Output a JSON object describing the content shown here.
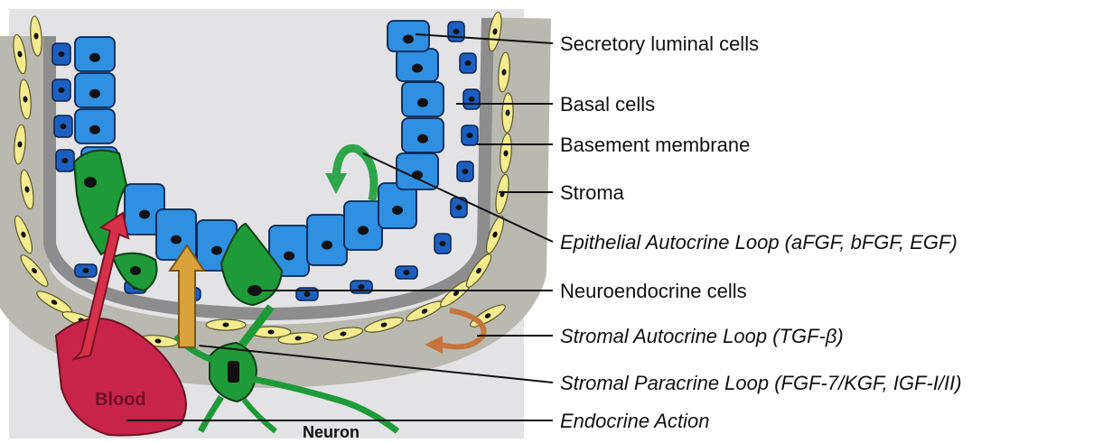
{
  "colors": {
    "panel_background": "#e3e3e6",
    "luminal_cell": "#2f8fe0",
    "basal_cell": "#1c5fc0",
    "nucleus": "#111111",
    "neuroendocrine_cell": "#1f9a38",
    "stroma_cell": "#f4ec8e",
    "basement_membrane": "#9a9a9a",
    "blood": "#c8244a",
    "red_arrow": "#d7314a",
    "orange_arrow": "#d9a23a",
    "brown_arrow": "#c8743e",
    "green_arrow": "#2fa54a"
  },
  "labels": {
    "secretory_luminal_cells": "Secretory luminal cells",
    "basal_cells": "Basal cells",
    "basement_membrane": "Basement membrane",
    "stroma": "Stroma",
    "epithelial_autocrine_loop": "Epithelial Autocrine Loop (aFGF, bFGF, EGF)",
    "neuroendocrine_cells": "Neuroendocrine cells",
    "stromal_autocrine_loop": "Stromal Autocrine Loop (TGF-β)",
    "stromal_paracrine_loop": "Stromal Paracrine Loop (FGF-7/KGF, IGF-I/II)",
    "endocrine_action": "Endocrine Action"
  },
  "in_figure_text": {
    "blood": "Blood",
    "neuron": "Neuron"
  }
}
